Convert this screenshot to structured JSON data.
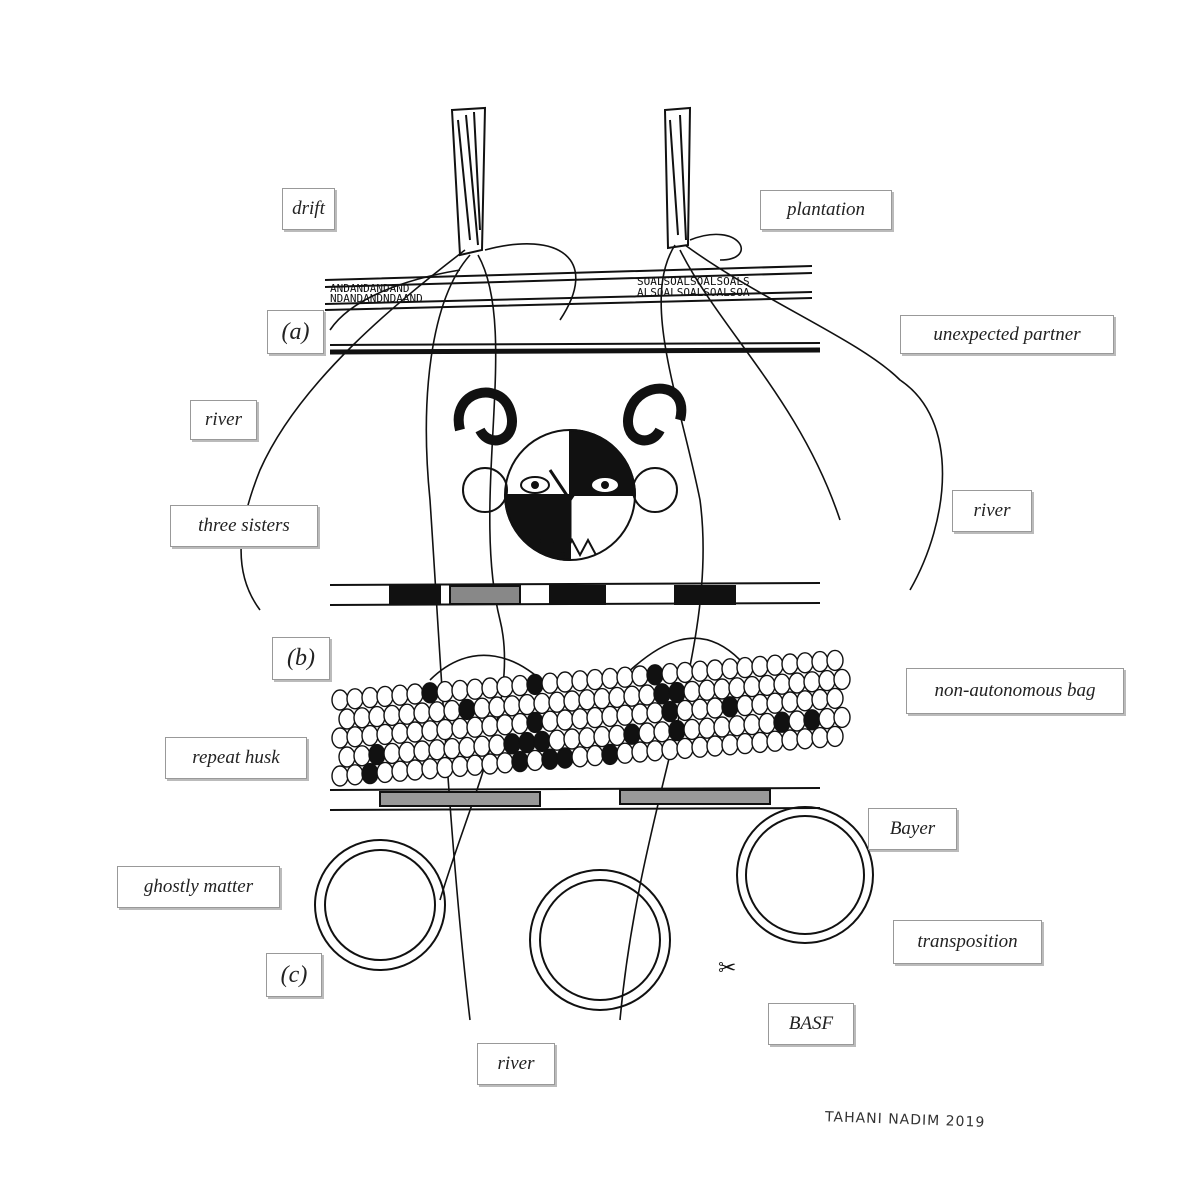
{
  "labels": {
    "drift": "drift",
    "plantation": "plantation",
    "a": "(a)",
    "unexpected_partner": "unexpected partner",
    "river_left": "river",
    "three_sisters": "three sisters",
    "river_right": "river",
    "b": "(b)",
    "non_autonomous_bag": "non-autonomous bag",
    "repeat_husk": "repeat husk",
    "bayer": "Bayer",
    "ghostly_matter": "ghostly matter",
    "transposition": "transposition",
    "c": "(c)",
    "basf": "BASF",
    "river_bottom": "river"
  },
  "band_text": {
    "left_top": "ANDANDANDAND",
    "left_bottom": "NDANDANDNDAAND",
    "right_top": "SOALSOALSOALSOALS",
    "right_bottom": "ALSOALSOALSOALSOA"
  },
  "signature": "TAHANI NADIM 2019"
}
